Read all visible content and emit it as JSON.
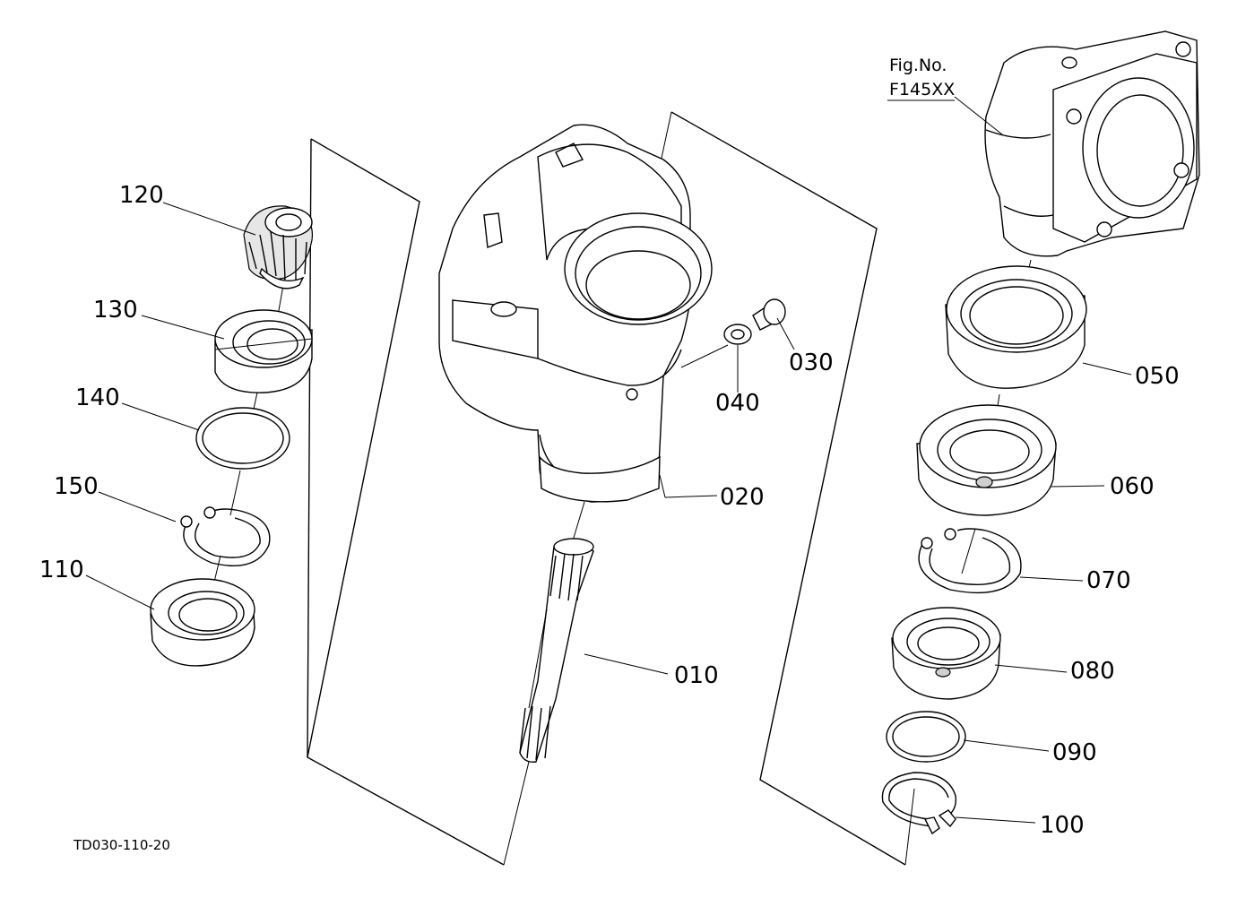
{
  "figure": {
    "fig_no_label": "Fig.No.",
    "fig_no_value": "F145XX",
    "drawing_code": "TD030-110-20"
  },
  "parts": [
    {
      "key": "p010",
      "label": "010",
      "name": "shaft"
    },
    {
      "key": "p020",
      "label": "020",
      "name": "gear-case"
    },
    {
      "key": "p030",
      "label": "030",
      "name": "plug"
    },
    {
      "key": "p040",
      "label": "040",
      "name": "gasket"
    },
    {
      "key": "p050",
      "label": "050",
      "name": "oil-seal"
    },
    {
      "key": "p060",
      "label": "060",
      "name": "ball-bearing"
    },
    {
      "key": "p070",
      "label": "070",
      "name": "internal-snap-ring"
    },
    {
      "key": "p080",
      "label": "080",
      "name": "ball-bearing"
    },
    {
      "key": "p090",
      "label": "090",
      "name": "shim"
    },
    {
      "key": "p100",
      "label": "100",
      "name": "external-snap-ring"
    },
    {
      "key": "p110",
      "label": "110",
      "name": "oil-seal"
    },
    {
      "key": "p120",
      "label": "120",
      "name": "bevel-gear"
    },
    {
      "key": "p130",
      "label": "130",
      "name": "ball-bearing"
    },
    {
      "key": "p140",
      "label": "140",
      "name": "shim"
    },
    {
      "key": "p150",
      "label": "150",
      "name": "internal-snap-ring"
    }
  ]
}
